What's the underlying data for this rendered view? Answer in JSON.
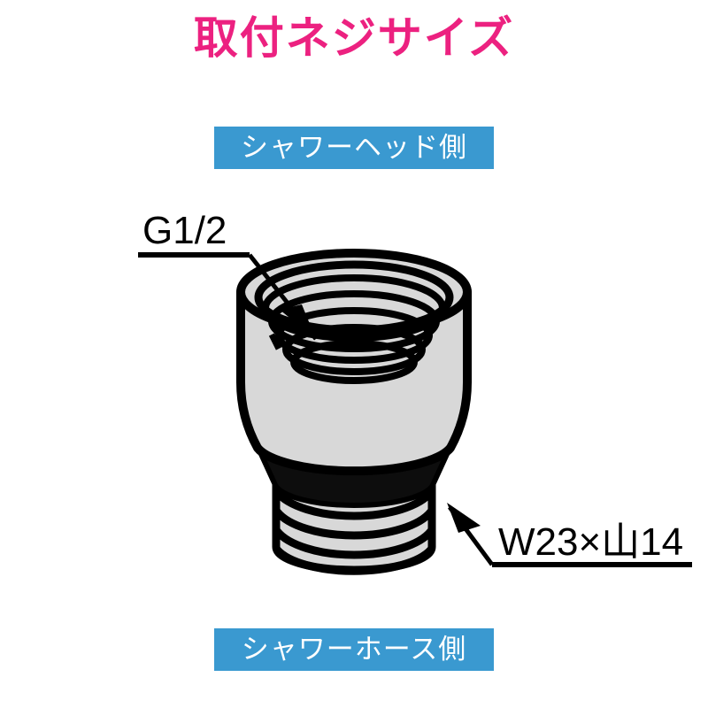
{
  "page": {
    "title": "取付ネジサイズ",
    "title_color": "#ec2180",
    "background": "#ffffff"
  },
  "banners": {
    "accent_color": "#3a99d0",
    "text_color": "#ffffff",
    "head_side": "シャワーヘッド側",
    "hose_side": "シャワーホース側"
  },
  "diagram": {
    "name": "shower-adapter-thread-size-diagram",
    "part_fill": "#d8d8d8",
    "outline_color": "#000000",
    "upper_section": {
      "description": "tapered collar with internal threads",
      "thread_label": "G1/2"
    },
    "lower_section": {
      "description": "external threaded nipple",
      "thread_label": "W23×山14"
    }
  },
  "callouts": {
    "top": {
      "label": "G1/2",
      "target": "internal-thread"
    },
    "bottom": {
      "label": "W23×山14",
      "target": "external-thread"
    }
  }
}
